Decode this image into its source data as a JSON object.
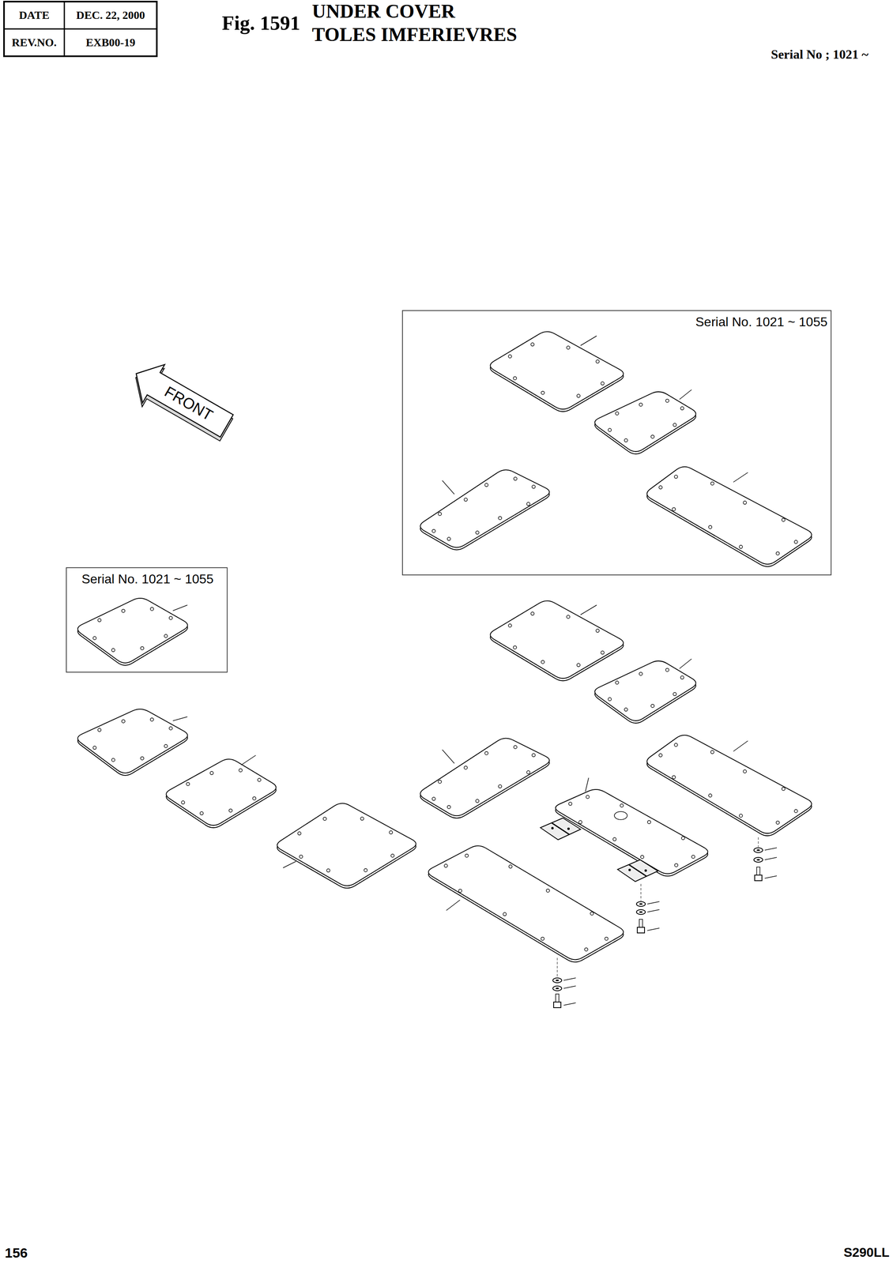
{
  "diagram": {
    "title": "UNDER COVER",
    "nodes": [
      {
        "text": [
          "Serial No. 1021 ~ 1055"
        ]
      },
      {
        "text": [
          "Serial No. 1021 ~ 1055"
        ]
      }
    ],
    "labels": [
      "DATE",
      "DEC. 22, 2000",
      "REV.NO.",
      "EXB00-19",
      "Fig. 1591",
      "TOLES IMFERIEVRES",
      "Serial No ; 1021 ~",
      "FRONT",
      "156",
      "S290LL"
    ]
  }
}
